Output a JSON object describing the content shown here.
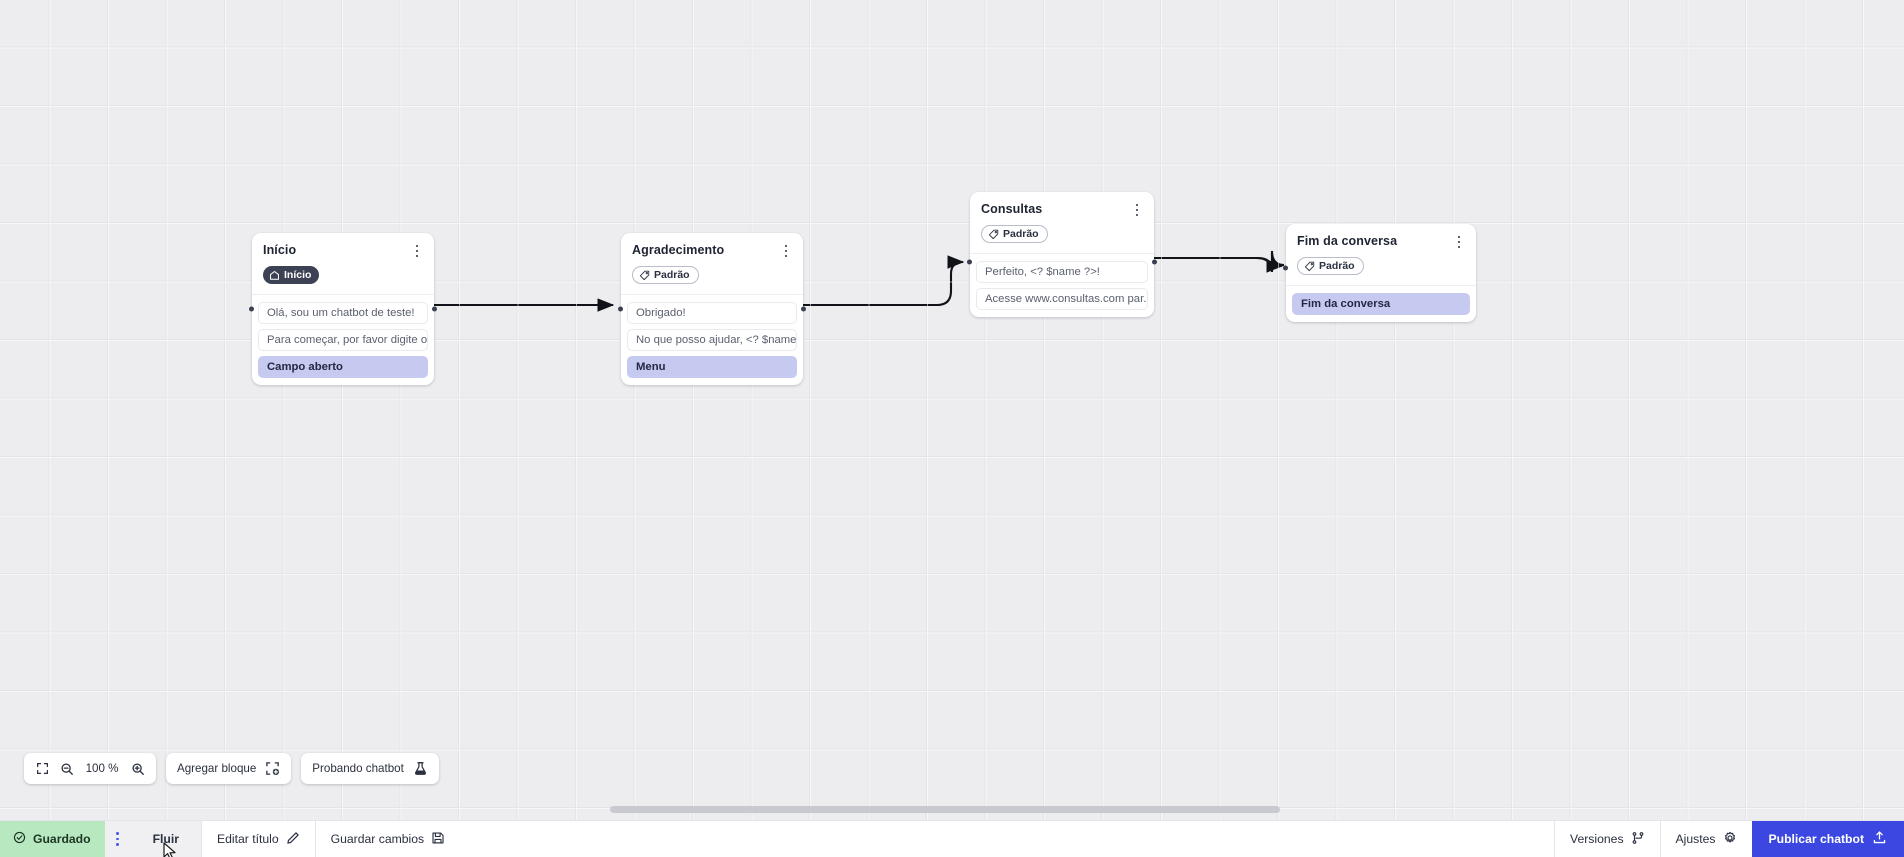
{
  "canvas": {
    "zoom_label": "100 %",
    "fit_icon": "fit-screen-icon",
    "zoom_out_icon": "zoom-out-icon",
    "zoom_in_icon": "zoom-in-icon",
    "add_block_label": "Agregar bloque",
    "add_block_icon": "add-block-icon",
    "test_chatbot_label": "Probando chatbot",
    "test_chatbot_icon": "flask-icon"
  },
  "nodes": [
    {
      "id": "inicio",
      "title": "Início",
      "badge": {
        "label": "Início",
        "type": "start",
        "icon": "home-icon"
      },
      "menu_icon": "kebab-menu-icon",
      "rows": [
        {
          "text": "Olá, sou um chatbot de teste!",
          "accent": false
        },
        {
          "text": "Para começar, por favor digite o ...",
          "accent": false
        },
        {
          "text": "Campo aberto",
          "accent": true
        }
      ]
    },
    {
      "id": "agradecimento",
      "title": "Agradecimento",
      "badge": {
        "label": "Padrão",
        "type": "default",
        "icon": "tag-icon"
      },
      "menu_icon": "kebab-menu-icon",
      "rows": [
        {
          "text": "Obrigado!",
          "accent": false
        },
        {
          "text": "No que posso ajudar, <? $name ...",
          "accent": false
        },
        {
          "text": "Menu",
          "accent": true
        }
      ]
    },
    {
      "id": "consultas",
      "title": "Consultas",
      "badge": {
        "label": "Padrão",
        "type": "default",
        "icon": "tag-icon"
      },
      "menu_icon": "kebab-menu-icon",
      "rows": [
        {
          "text": "Perfeito, <? $name ?>!",
          "accent": false
        },
        {
          "text": "Acesse www.consultas.com par...",
          "accent": false
        }
      ]
    },
    {
      "id": "fim-da-conversa",
      "title": "Fim da conversa",
      "badge": {
        "label": "Padrão",
        "type": "default",
        "icon": "tag-icon"
      },
      "menu_icon": "kebab-menu-icon",
      "rows": [
        {
          "text": "Fim da conversa",
          "accent": true
        }
      ]
    }
  ],
  "statusbar": {
    "saved_label": "Guardado",
    "saved_icon": "check-circle-icon",
    "menu_icon": "kebab-menu-icon",
    "tab_label": "Fluir",
    "edit_title_label": "Editar título",
    "edit_title_icon": "pencil-icon",
    "save_changes_label": "Guardar cambios",
    "save_changes_icon": "save-disk-icon",
    "versions_label": "Versiones",
    "versions_icon": "branch-icon",
    "settings_label": "Ajustes",
    "settings_icon": "gear-icon",
    "publish_label": "Publicar chatbot",
    "publish_icon": "upload-icon"
  },
  "colors": {
    "accent_row": "#c6caf0",
    "publish_bg": "#3b47e0",
    "saved_bg": "#b7e8bf",
    "canvas_bg": "#ededf0"
  }
}
